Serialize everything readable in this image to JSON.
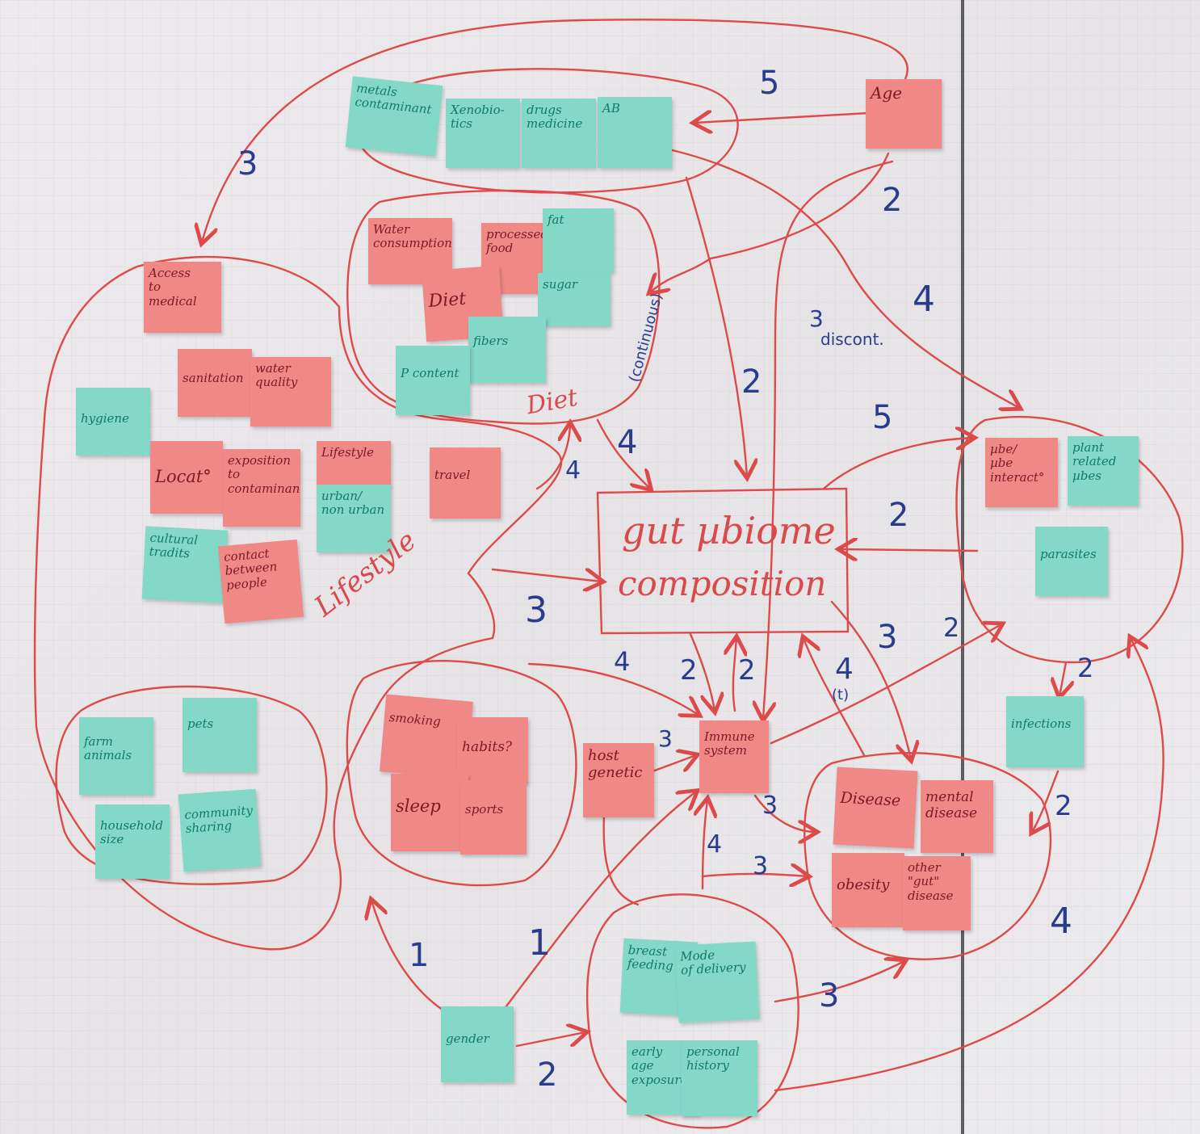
{
  "notes": {
    "metals": "metals\ncontaminant",
    "xenobiotics": "Xenobio-\ntics",
    "drugs": "drugs\nmedicine",
    "ab": "AB",
    "age": "Age",
    "water_consumption": "Water\nconsumption",
    "processed_food": "processed\nfood",
    "fat": "fat",
    "diet_note": "Diet",
    "sugar": "sugar",
    "fibers": "fibers",
    "pcontent": "P content",
    "access_medical": "Access\nto\nmedical",
    "sanitation": "sanitation",
    "water_quality": "water\nquality",
    "hygiene": "hygiene",
    "location": "Locat°",
    "exposition": "exposition\nto\ncontaminants",
    "lifestyle_note": "Lifestyle",
    "urban": "urban/\nnon urban",
    "travel": "travel",
    "cultural": "cultural\ntradits",
    "contact": "contact\nbetween\npeople",
    "farm_animals": "farm\nanimals",
    "pets": "pets",
    "household": "household\nsize",
    "community": "community\nsharing",
    "smoking": "smoking",
    "habits": "habits?",
    "sleep": "sleep",
    "sports": "sports",
    "host_genetic": "host\ngenetic",
    "immune": "Immune\nsystem",
    "microbe_interact": "µbe/\nµbe\ninteract°",
    "plant_related": "plant\nrelated\nµbes",
    "parasites": "parasites",
    "infections": "infections",
    "disease": "Disease",
    "mental": "mental\ndisease",
    "obesity": "obesity",
    "other_gut": "other\n\"gut\"\ndisease",
    "breastfeeding": "breast\nfeeding",
    "mode_delivery": "Mode\nof delivery",
    "early_age": "early\nage\nexposure",
    "personal_history": "personal\nhistory",
    "gender": "gender"
  },
  "labels": {
    "gut_line1": "gut µbiome",
    "gut_line2": "composition",
    "diet_group": "Diet",
    "lifestyle_group": "Lifestyle",
    "continuous": "(continuous)",
    "discontinuous": "discont.",
    "t_mark": "(t)"
  },
  "weights": {
    "w5_top": "5",
    "w3_left": "3",
    "w2_age": "2",
    "w4_right": "4",
    "w3_discont": "3",
    "w2_center": "2",
    "w5_mid": "5",
    "w4_diet": "4",
    "w4_lifestyle": "4",
    "w2_microbe": "2",
    "w3_lifestyle": "3",
    "w3_gut_disease": "3",
    "w2_gut_micro": "2",
    "w4_immune": "4",
    "w2_immune_a": "2",
    "w2_immune_b": "2",
    "w4_t": "4",
    "w2_infect": "2",
    "w3_host": "3",
    "w3_immune_disease": "3",
    "w4_bottom": "4",
    "w3_bottom": "3",
    "w2_infect_disease": "2",
    "w4_right_bottom": "4",
    "w1_left": "1",
    "w1_mid": "1",
    "w3_early": "3",
    "w2_gender": "2"
  }
}
